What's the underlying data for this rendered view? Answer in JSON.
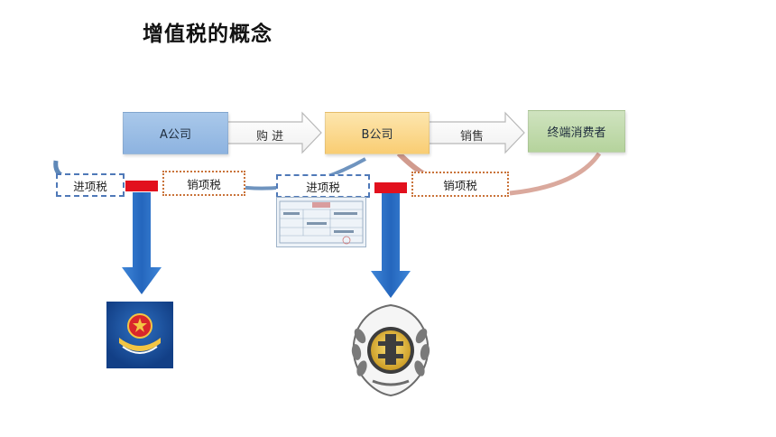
{
  "title": "增值税的概念",
  "boxes": {
    "a": "A公司",
    "b": "B公司",
    "c": "终端消费者"
  },
  "arrows": {
    "purchase": "购 进",
    "sale": "销售"
  },
  "tags": {
    "input_left": "进项税",
    "output_a": "销项税",
    "input_b": "进项税",
    "output_b": "销项税"
  },
  "colors": {
    "company_a": "#8db3e0",
    "company_b": "#f9cd73",
    "consumer": "#b5d39c",
    "input_tax_border": "#4f79b8",
    "output_tax_border": "#c9733a",
    "tax_bar": "#e2101d",
    "down_arrow": "#2d6fc0"
  },
  "icons": [
    "tax-bureau-emblem-icon",
    "tax-seal-emblem-icon",
    "invoice-image-icon"
  ]
}
